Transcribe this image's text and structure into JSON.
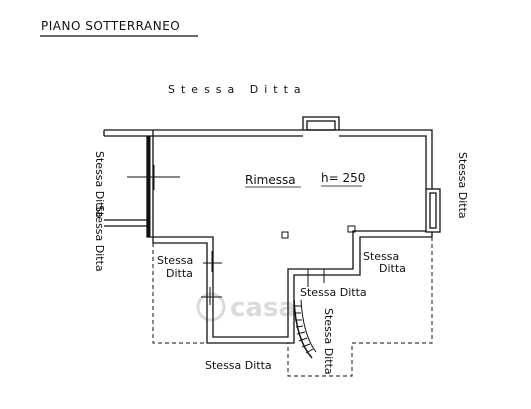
{
  "title": "PIANO SOTTERRANEO",
  "room": {
    "name": "Rimessa",
    "height": "h= 250"
  },
  "neighbours": {
    "top": "Stessa Ditta",
    "left": "Stessa Ditta",
    "left_lower": "Stessa Ditta",
    "right": "Stessa Ditta",
    "inner_left_1": "Stessa",
    "inner_left_2": "Ditta",
    "inner_right_1": "Stessa",
    "inner_right_2": "Ditta",
    "stair": "Stessa Ditta",
    "stair_side": "Stessa Ditta",
    "bottom": "Stessa Ditta"
  },
  "watermark": "casa"
}
